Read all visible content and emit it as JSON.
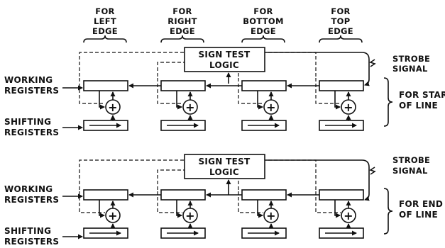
{
  "columns": {
    "left": [
      "FOR",
      "LEFT",
      "EDGE"
    ],
    "right": [
      "FOR",
      "RIGHT",
      "EDGE"
    ],
    "bottom": [
      "FOR",
      "BOTTOM",
      "EDGE"
    ],
    "top": [
      "FOR",
      "TOP",
      "EDGE"
    ]
  },
  "panels": [
    {
      "logic": [
        "SIGN TEST",
        "LOGIC"
      ],
      "strobe": [
        "STROBE",
        "SIGNAL"
      ],
      "working": [
        "WORKING",
        "REGISTERS"
      ],
      "shifting": [
        "SHIFTING",
        "REGISTERS"
      ],
      "side": [
        "FOR START",
        "OF LINE"
      ],
      "adder_symbol": "+"
    },
    {
      "logic": [
        "SIGN TEST",
        "LOGIC"
      ],
      "strobe": [
        "STROBE",
        "SIGNAL"
      ],
      "working": [
        "WORKING",
        "REGISTERS"
      ],
      "shifting": [
        "SHIFTING",
        "REGISTERS"
      ],
      "side": [
        "FOR END",
        "OF LINE"
      ],
      "adder_symbol": "+"
    }
  ]
}
